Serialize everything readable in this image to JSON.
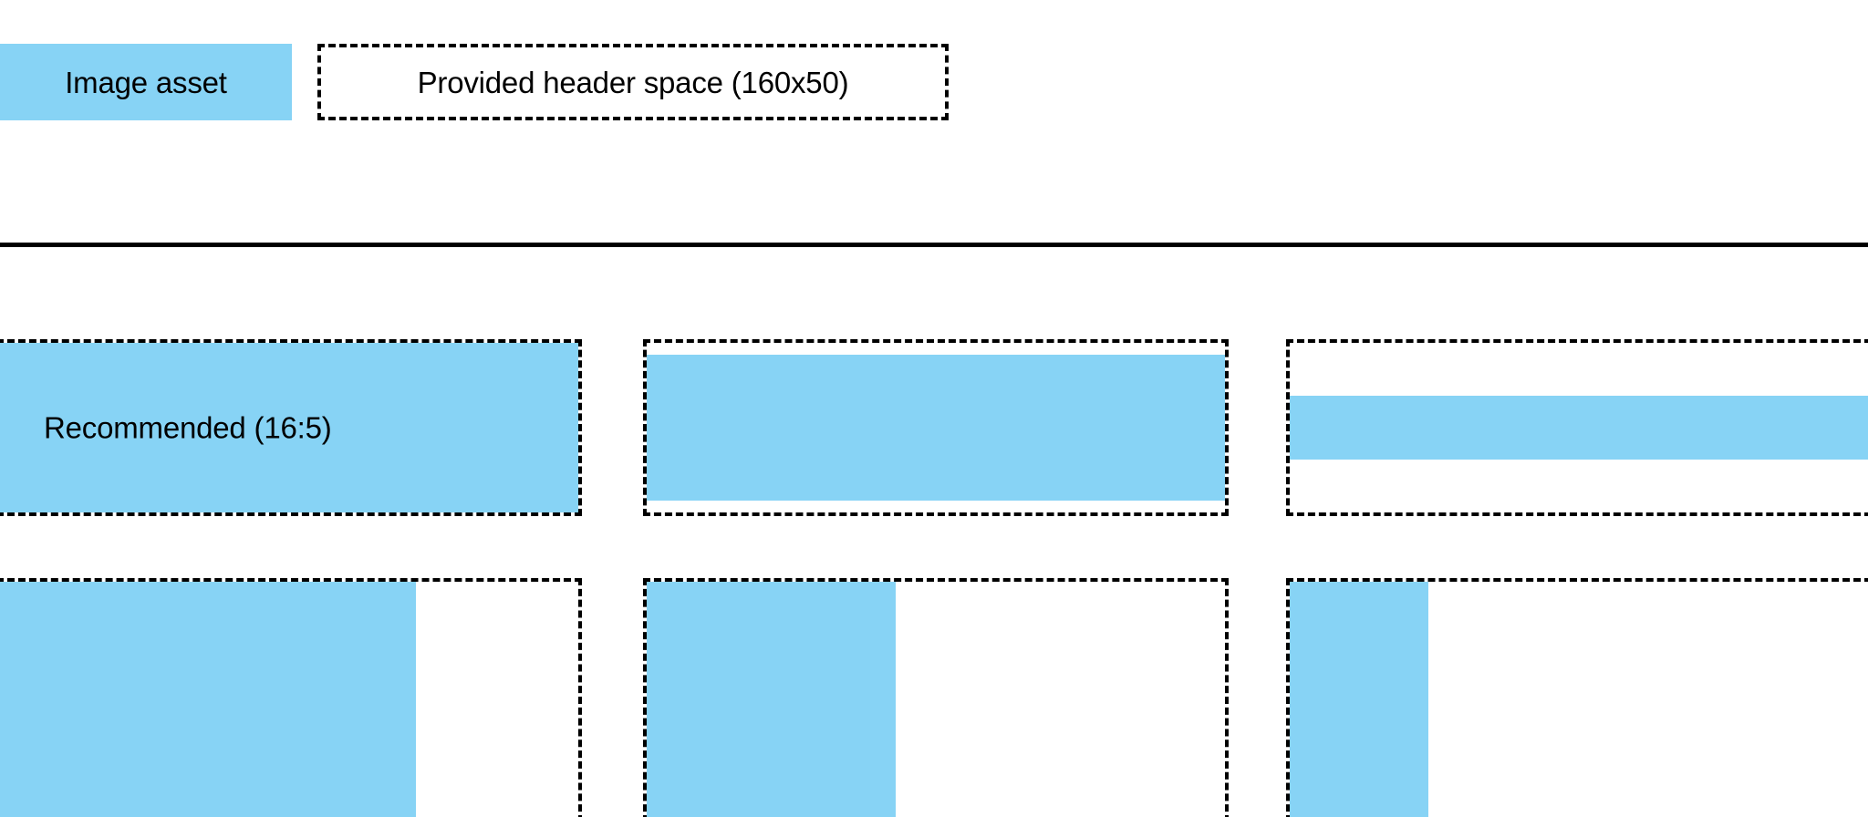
{
  "colors": {
    "asset_blue": "#87d3f5",
    "outline": "#000000",
    "background": "#ffffff"
  },
  "header": {
    "swatch_label": "Image asset",
    "slot_label": "Provided header space (160x50)",
    "slot_width": "160",
    "slot_height": "50"
  },
  "divider": {
    "present": "true"
  },
  "examples": {
    "recommended_label": "Recommended (16:5)",
    "rows": [
      {
        "name": "wide-row",
        "cells": [
          {
            "name": "full-bleed",
            "fill_left_pct": "0",
            "fill_width_pct": "100",
            "fill_top_pct": "0",
            "fill_height_pct": "100"
          },
          {
            "name": "letterboxed",
            "fill_left_pct": "0",
            "fill_width_pct": "100",
            "fill_top_pct": "7",
            "fill_height_pct": "86"
          },
          {
            "name": "short-band",
            "fill_left_pct": "0",
            "fill_width_pct": "100",
            "fill_top_pct": "31",
            "fill_height_pct": "38"
          }
        ]
      },
      {
        "name": "tall-row",
        "cells": [
          {
            "name": "pillarbox-wide",
            "fill_left_pct": "0",
            "fill_width_pct": "72",
            "fill_top_pct": "0",
            "fill_height_pct": "100"
          },
          {
            "name": "pillarbox-medium",
            "fill_left_pct": "0",
            "fill_width_pct": "43",
            "fill_top_pct": "0",
            "fill_height_pct": "100"
          },
          {
            "name": "pillarbox-narrow",
            "fill_left_pct": "0",
            "fill_width_pct": "24",
            "fill_top_pct": "0",
            "fill_height_pct": "100"
          }
        ]
      }
    ]
  }
}
